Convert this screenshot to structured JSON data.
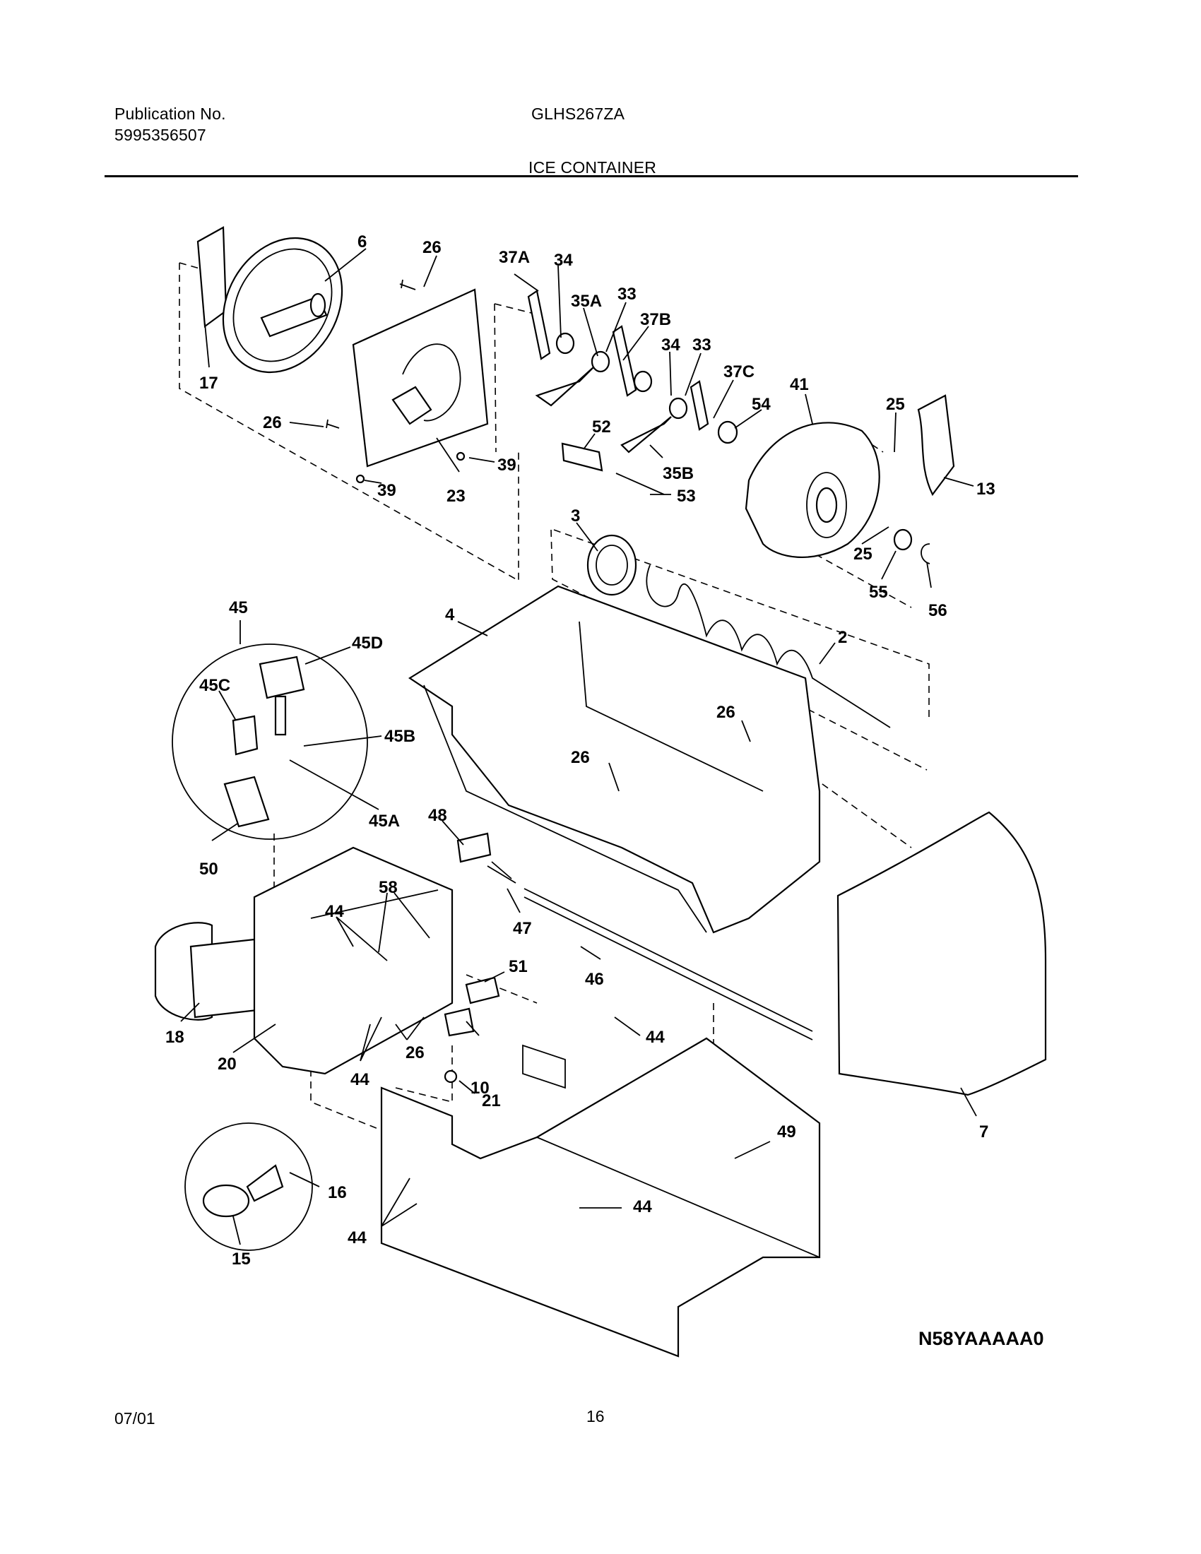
{
  "header": {
    "publication_label": "Publication No.",
    "publication_number": "5995356507",
    "model": "GLHS267ZA",
    "section_title": "ICE CONTAINER"
  },
  "diagram": {
    "callouts": [
      "6",
      "26",
      "37A",
      "34",
      "35A",
      "33",
      "37B",
      "34",
      "33",
      "37C",
      "41",
      "25",
      "54",
      "13",
      "17",
      "26",
      "23",
      "39",
      "39",
      "52",
      "35B",
      "53",
      "3",
      "25",
      "55",
      "56",
      "4",
      "2",
      "45",
      "45D",
      "45C",
      "45B",
      "26",
      "26",
      "45A",
      "48",
      "50",
      "58",
      "44",
      "47",
      "51",
      "46",
      "44",
      "18",
      "20",
      "26",
      "10",
      "44",
      "21",
      "49",
      "7",
      "16",
      "44",
      "44",
      "15"
    ],
    "code": "N58YAAAAA0"
  },
  "footer": {
    "date": "07/01",
    "page": "16"
  }
}
